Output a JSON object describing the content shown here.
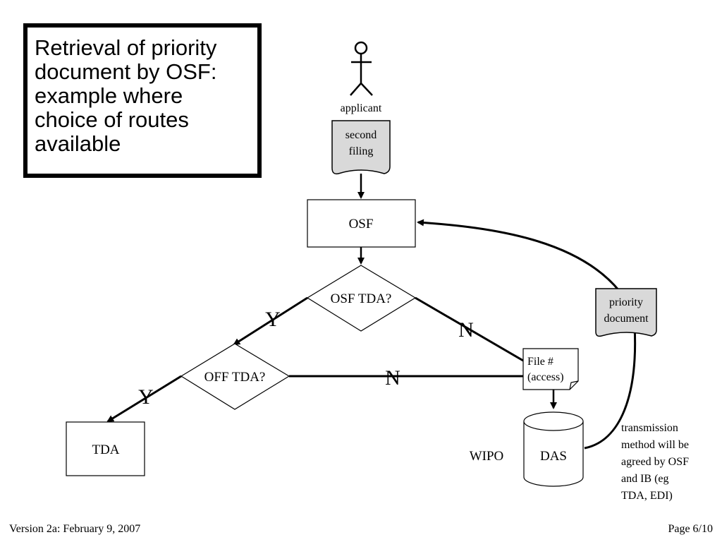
{
  "title": "Retrieval of priority document by OSF: example where choice of routes available",
  "actor": {
    "label": "applicant"
  },
  "documents": {
    "second_filing": [
      "second",
      "filing"
    ],
    "priority_document": [
      "priority",
      "document"
    ],
    "file_access": [
      "File #",
      "(access)"
    ]
  },
  "nodes": {
    "osf": "OSF",
    "osf_tda": "OSF TDA?",
    "off_tda": "OFF TDA?",
    "tda": "TDA",
    "das": "DAS"
  },
  "edge_labels": {
    "osf_tda_yes": "Y",
    "osf_tda_no": "N",
    "off_tda_yes": "Y",
    "off_tda_no": "N"
  },
  "wipo_label": "WIPO",
  "note": [
    "transmission",
    "method will be",
    "agreed by OSF",
    "and IB (eg",
    "TDA, EDI)"
  ],
  "colors": {
    "document_fill": "#d9d9d9",
    "stroke": "#000000"
  },
  "footer": {
    "version": "Version 2a:  February 9, 2007",
    "page": "Page 6/10"
  }
}
